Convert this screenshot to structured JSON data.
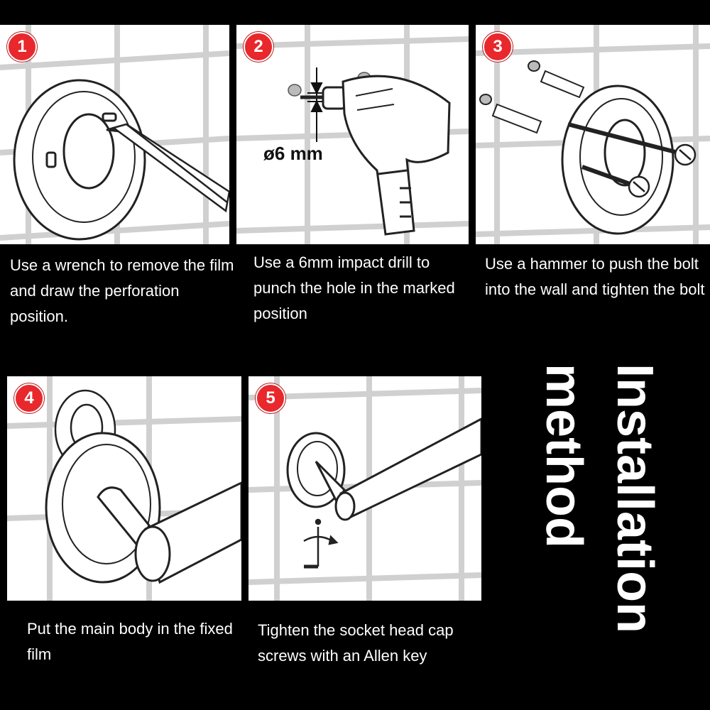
{
  "title": {
    "line1": "Installation",
    "line2": "method"
  },
  "steps": [
    {
      "number": "1",
      "caption": "Use a wrench to remove the film and draw the perforation position."
    },
    {
      "number": "2",
      "caption": "Use a 6mm impact drill to punch the hole in the marked position",
      "label": "ø6 mm"
    },
    {
      "number": "3",
      "caption": "Use a hammer to push the bolt into the wall and tighten the bolt"
    },
    {
      "number": "4",
      "caption": "Put the main body in the fixed film"
    },
    {
      "number": "5",
      "caption": "Tighten the socket head cap screws with an Allen key"
    }
  ],
  "colors": {
    "background": "#000000",
    "badge": "#e8282c",
    "caption_text": "#ffffff",
    "tile_grout": "#cfcfcf"
  }
}
